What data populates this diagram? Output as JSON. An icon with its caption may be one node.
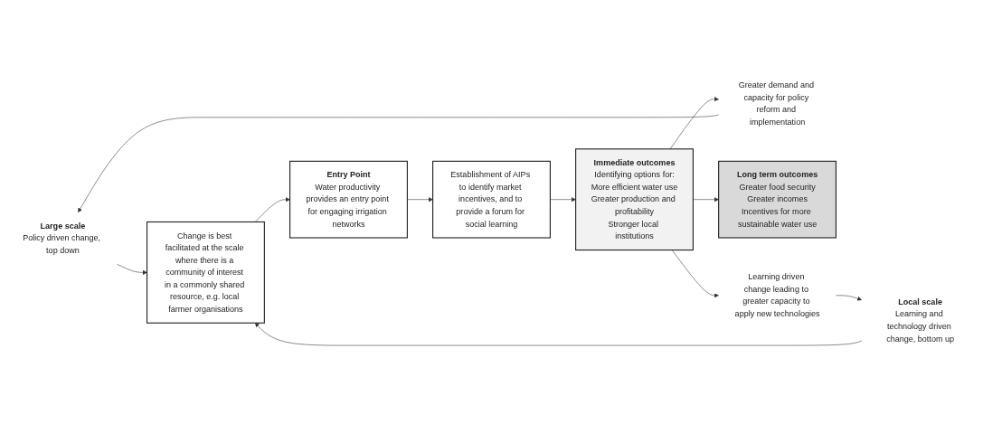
{
  "diagram": {
    "nodes": [
      {
        "text": [
          "Large scale",
          "Policy driven change, top down"
        ]
      },
      {
        "text": [
          "Greater demand and capacity for policy reform and implementation"
        ]
      },
      {
        "text": [
          "Change is best facilitated at the scale where there is a community of interest in a commonly shared resource, e.g. local farmer organisations"
        ]
      },
      {
        "text": [
          "Entry Point",
          "Water productivity provides an entry point for engaging irrigation networks"
        ]
      },
      {
        "text": [
          "Establishment of AIPs to identify market incentives, and to provide a forum for social learning"
        ]
      },
      {
        "text": [
          "Immediate outcomes",
          "Identifying options for:",
          "More efficient water use",
          "Greater production and profitability",
          "Stronger local institutions"
        ]
      },
      {
        "text": [
          "Long term outcomes",
          "Greater food security",
          "Greater incomes",
          "Incentives for more sustainable water use"
        ]
      },
      {
        "text": [
          "Local scale",
          "Learning and technology driven change, bottom up"
        ]
      },
      {
        "text": [
          "Learning driven change leading to greater capacity to apply new technologies"
        ]
      }
    ],
    "edges": [
      {
        "from": 2,
        "to": 3,
        "arrow": "to"
      },
      {
        "from": 3,
        "to": 4,
        "arrow": "to"
      },
      {
        "from": 4,
        "to": 5,
        "arrow": "to"
      },
      {
        "from": 5,
        "to": 6,
        "arrow": "to"
      },
      {
        "from": 5,
        "to": 1,
        "arrow": "to"
      },
      {
        "from": 1,
        "to": 0,
        "arrow": "to"
      },
      {
        "from": 0,
        "to": 2,
        "arrow": "to"
      },
      {
        "from": 5,
        "to": 8,
        "arrow": "to"
      },
      {
        "from": 8,
        "to": 7,
        "arrow": "to"
      },
      {
        "from": 7,
        "to": 2,
        "arrow": "to"
      }
    ]
  }
}
